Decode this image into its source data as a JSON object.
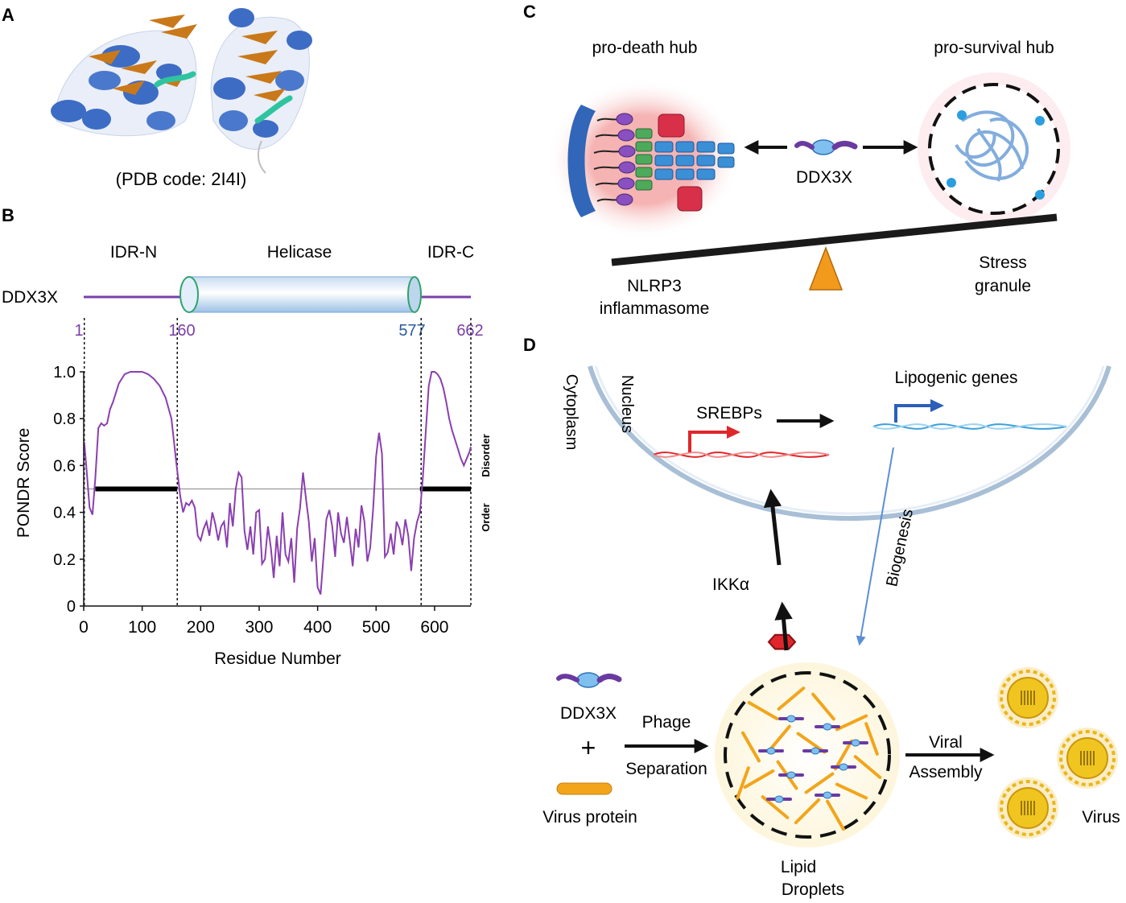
{
  "panels": {
    "a": {
      "letter": "A",
      "caption": "(PDB code: 2I4I)"
    },
    "b": {
      "letter": "B",
      "protein_name": "DDX3X",
      "domains": [
        "IDR-N",
        "Helicase",
        "IDR-C"
      ],
      "boundaries": [
        "1",
        "160",
        "577",
        "662"
      ],
      "side_labels": {
        "disorder": "Disorder",
        "order": "Order"
      }
    },
    "c": {
      "letter": "C",
      "left_hub": "pro-death hub",
      "right_hub": "pro-survival hub",
      "center_label": "DDX3X",
      "left_label_line1": "NLRP3",
      "left_label_line2": "inflammasome",
      "right_label_line1": "Stress",
      "right_label_line2": "granule"
    },
    "d": {
      "letter": "D",
      "cytoplasm": "Cytoplasm",
      "nucleus": "Nucleus",
      "srebps": "SREBPs",
      "lipogenic_genes": "Lipogenic genes",
      "biogenesis": "Biogenesis",
      "ikka": "IKKα",
      "ddx3x": "DDX3X",
      "plus": "+",
      "virus_protein": "Virus protein",
      "phage": "Phage",
      "separation": "Separation",
      "lipid": "Lipid",
      "droplets": "Droplets",
      "viral": "Viral",
      "assembly": "Assembly",
      "virus": "Virus"
    }
  },
  "colors": {
    "purple": "#7b3fa8",
    "helix_blue": "#3d6cc4",
    "strand_orange": "#c9791a",
    "turn_teal": "#2fc4a0",
    "red": "#e0262a",
    "gold": "#e8b71a",
    "dna_blue": "#3aa0d8"
  },
  "chart_data": {
    "type": "line",
    "title": "",
    "xlabel": "Residue Number",
    "ylabel": "PONDR Score",
    "xlim": [
      0,
      662
    ],
    "ylim": [
      0,
      1.0
    ],
    "xticks": [
      0,
      100,
      200,
      300,
      400,
      500,
      600
    ],
    "yticks": [
      "0",
      "0.2",
      "0.4",
      "0.6",
      "0.8",
      "1.0"
    ],
    "threshold": 0.5,
    "disordered_segments": [
      [
        20,
        160
      ],
      [
        575,
        662
      ]
    ],
    "domain_boundaries": [
      1,
      160,
      577,
      662
    ],
    "series": [
      {
        "x": [
          1,
          5,
          10,
          15,
          20,
          25,
          30,
          35,
          40,
          45,
          50,
          55,
          60,
          70,
          80,
          90,
          100,
          110,
          120,
          130,
          140,
          150,
          158,
          165,
          170,
          175,
          180,
          185,
          190,
          195,
          200,
          205,
          210,
          215,
          220,
          225,
          230,
          235,
          240,
          245,
          250,
          255,
          260,
          265,
          270,
          275,
          280,
          285,
          290,
          295,
          300,
          305,
          310,
          315,
          320,
          325,
          330,
          335,
          340,
          345,
          350,
          355,
          360,
          365,
          370,
          375,
          380,
          385,
          390,
          395,
          400,
          405,
          410,
          415,
          420,
          425,
          430,
          435,
          440,
          445,
          450,
          455,
          460,
          465,
          470,
          475,
          480,
          485,
          490,
          495,
          500,
          505,
          510,
          515,
          520,
          525,
          530,
          535,
          540,
          545,
          550,
          555,
          560,
          565,
          570,
          575,
          580,
          585,
          590,
          595,
          600,
          605,
          610,
          615,
          620,
          625,
          630,
          635,
          640,
          645,
          650,
          655,
          660,
          662
        ],
        "y": [
          0.7,
          0.58,
          0.42,
          0.39,
          0.55,
          0.76,
          0.78,
          0.77,
          0.78,
          0.84,
          0.87,
          0.91,
          0.95,
          0.99,
          1.0,
          1.0,
          1.0,
          0.99,
          0.97,
          0.94,
          0.89,
          0.8,
          0.62,
          0.47,
          0.4,
          0.44,
          0.43,
          0.45,
          0.42,
          0.3,
          0.28,
          0.33,
          0.36,
          0.3,
          0.4,
          0.35,
          0.28,
          0.34,
          0.36,
          0.25,
          0.44,
          0.34,
          0.5,
          0.57,
          0.55,
          0.32,
          0.24,
          0.34,
          0.22,
          0.4,
          0.41,
          0.18,
          0.2,
          0.34,
          0.25,
          0.12,
          0.3,
          0.17,
          0.4,
          0.22,
          0.19,
          0.29,
          0.1,
          0.33,
          0.42,
          0.57,
          0.46,
          0.36,
          0.19,
          0.29,
          0.08,
          0.05,
          0.21,
          0.37,
          0.41,
          0.34,
          0.21,
          0.4,
          0.31,
          0.27,
          0.38,
          0.28,
          0.17,
          0.33,
          0.25,
          0.43,
          0.36,
          0.19,
          0.25,
          0.42,
          0.64,
          0.74,
          0.65,
          0.21,
          0.23,
          0.31,
          0.22,
          0.36,
          0.33,
          0.26,
          0.37,
          0.3,
          0.15,
          0.29,
          0.36,
          0.4,
          0.55,
          0.75,
          0.94,
          1.0,
          1.0,
          0.99,
          0.97,
          0.93,
          0.87,
          0.8,
          0.75,
          0.71,
          0.67,
          0.63,
          0.6,
          0.63,
          0.66,
          0.68
        ]
      }
    ]
  }
}
